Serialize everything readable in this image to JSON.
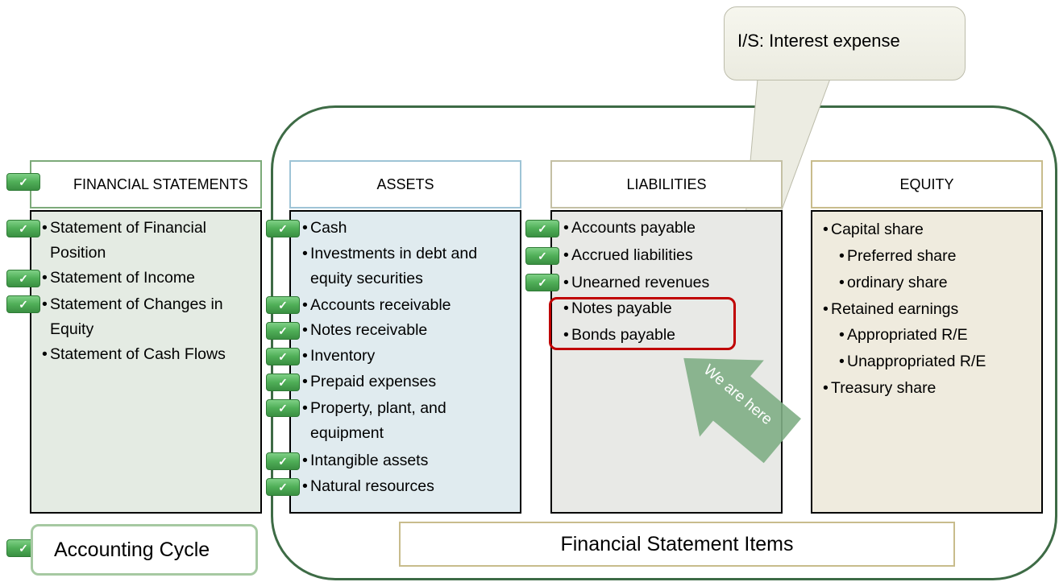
{
  "callout": {
    "text": "I/S: Interest expense"
  },
  "arrow": {
    "text": "We are here"
  },
  "financial_statements": {
    "header": "FINANCIAL STATEMENTS",
    "items": [
      "Statement of Financial Position",
      "Statement of Income",
      "Statement of Changes in Equity",
      "Statement of Cash Flows"
    ]
  },
  "assets": {
    "header": "ASSETS",
    "items": [
      "Cash",
      "Investments in debt and equity securities",
      "Accounts receivable",
      "Notes receivable",
      "Inventory",
      "Prepaid expenses",
      "Property, plant, and equipment",
      "Intangible assets",
      "Natural resources"
    ]
  },
  "liabilities": {
    "header": "LIABILITIES",
    "items": [
      "Accounts payable",
      "Accrued liabilities",
      "Unearned revenues",
      "Notes payable",
      "Bonds payable"
    ]
  },
  "equity": {
    "header": "EQUITY",
    "items": [
      "Capital share",
      "Preferred share",
      "ordinary share",
      "Retained earnings",
      "Appropriated R/E",
      "Unappropriated R/E",
      "Treasury share"
    ]
  },
  "footer": {
    "accounting_cycle": "Accounting Cycle",
    "fs_items": "Financial Statement Items"
  },
  "check_mark": "✓",
  "bullet": "•",
  "colors": {
    "fs_panel": "#e4ebe3",
    "assets_panel": "#e0ebef",
    "liabilities_panel": "#e8e9e6",
    "equity_panel": "#efebde",
    "fs_border": "#7caa79",
    "assets_border": "#9ec4d6",
    "liabilities_border": "#c4c0a4",
    "equity_border": "#c8bc8c",
    "outer_border": "#3d6b45",
    "highlight": "#c00000",
    "arrow": "#7fae85"
  }
}
